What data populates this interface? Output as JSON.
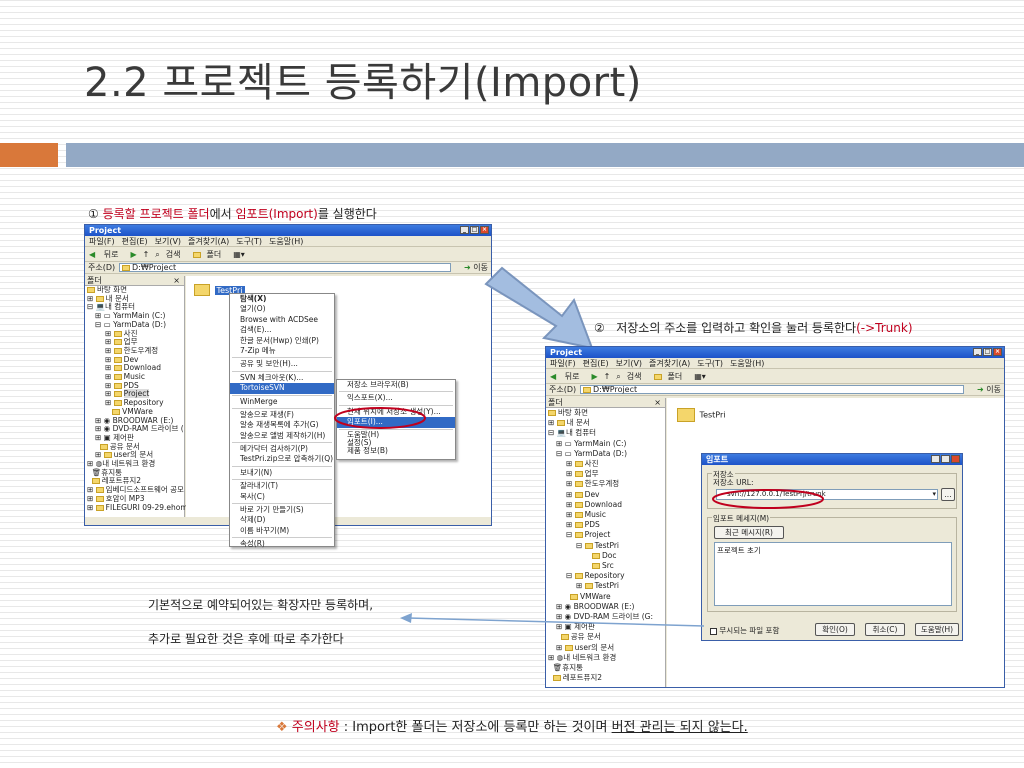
{
  "slide": {
    "title": "2.2 프로젝트 등록하기(Import)",
    "step1": {
      "num": "①",
      "red1": "등록할 프로젝트 폴더",
      "mid": "에서 ",
      "red2": "임포트",
      "red3": "(Import)",
      "end": "를 실행한다"
    },
    "step2": {
      "num": "②",
      "text": "저장소의 주소를 입력하고 확인을 눌러 등록한다",
      "red": "(->Trunk)"
    },
    "note_line1": "기본적으로 예약되어있는 확장자만 등록하며,",
    "note_line2": "추가로 필요한 것은 후에 따로 추가한다",
    "footer": {
      "bullet": "❖",
      "label": "주의사항",
      "colon": " : Import한 폴더는 저장소에 등록만 하는 것이며 ",
      "underline": "버전 관리는 되지 않는다."
    }
  },
  "colors": {
    "orange": "#d9783a",
    "blue": "#93a9c5",
    "red": "#c0001e",
    "xp_title": "#1d52c8"
  },
  "win1": {
    "title": "Project",
    "menu": [
      "파일(F)",
      "편집(E)",
      "보기(V)",
      "즐겨찾기(A)",
      "도구(T)",
      "도움말(H)"
    ],
    "toolbar": [
      "뒤로",
      "검색",
      "폴더"
    ],
    "address_label": "주소(D)",
    "address": "D:₩Project",
    "go": "이동",
    "pane_title": "폴더",
    "tree": [
      "바탕 화면",
      "내 문서",
      "내 컴퓨터",
      "YarmMain (C:)",
      "YarmData (D:)",
      "사진",
      "업무",
      "한도우계정",
      "Dev",
      "Download",
      "Music",
      "PDS",
      "Project",
      "Repository",
      "VMWare",
      "BROODWAR (E:)",
      "DVD-RAM 드라이브 (",
      "제어판",
      "공유 문서",
      "user의 문서",
      "내 네트워크 환경",
      "휴지통",
      "레포트퓨지2",
      "임베디드소프트웨어 공모",
      "호암이 MP3",
      "FILEGURI 09-29.ehomsc"
    ],
    "folder_name": "TestPri"
  },
  "context_menu": {
    "items": [
      "탐색(X)",
      "열기(O)",
      "Browse with ACDSee",
      "검색(E)...",
      "한글 문서(Hwp) 인쇄(P)",
      "7-Zip 메뉴",
      "공유 및 보안(H)...",
      "SVN 체크아웃(K)...",
      "TortoiseSVN",
      "WinMerge",
      "알송으로 재생(F)",
      "알송 재생목록에 추가(G)",
      "알송으로 앨범 제작하기(H)",
      "메가닥터 검사하기(P)",
      "TestPri.zip으로 압축하기(Q)",
      "보내기(N)",
      "잘라내기(T)",
      "복사(C)",
      "바로 가기 만들기(S)",
      "삭제(D)",
      "이름 바꾸기(M)",
      "속성(R)"
    ]
  },
  "submenu": {
    "items": [
      "저장소 브라우저(B)",
      "익스포트(X)...",
      "현재 위치에 저장소 생성(Y)...",
      "임포트(I)...",
      "도움말(H)",
      "설정(S)",
      "제품 정보(B)"
    ]
  },
  "win2": {
    "title": "Project",
    "menu": [
      "파일(F)",
      "편집(E)",
      "보기(V)",
      "즐겨찾기(A)",
      "도구(T)",
      "도움말(H)"
    ],
    "toolbar": [
      "뒤로",
      "검색",
      "폴더"
    ],
    "address_label": "주소(D)",
    "address": "D:₩Project",
    "go": "이동",
    "pane_title": "폴더",
    "tree": [
      "바탕 화면",
      "내 문서",
      "내 컴퓨터",
      "YarmMain (C:)",
      "YarmData (D:)",
      "사진",
      "업무",
      "한도우계정",
      "Dev",
      "Download",
      "Music",
      "PDS",
      "Project",
      "TestPri",
      "Doc",
      "Src",
      "Repository",
      "TestPri",
      "VMWare",
      "BROODWAR (E:)",
      "DVD-RAM 드라이브 (G:",
      "제어판",
      "공유 문서",
      "user의 문서",
      "내 네트워크 환경",
      "휴지통",
      "레포트퓨지2"
    ],
    "folder_name": "TestPri"
  },
  "import_dialog": {
    "title": "임포트",
    "repo_group": "저장소",
    "url_label": "저장소 URL:",
    "url": "svn://127.0.0.1/TestPrj/trunk",
    "browse": "...",
    "msg_group": "임포트 메세지(M)",
    "recent_btn": "최근 메시지(R)",
    "message": "프로젝트 초기",
    "ignore_label": "무시되는 파일 포함",
    "ok": "확인(O)",
    "cancel": "취소(C)",
    "help": "도움말(H)"
  }
}
